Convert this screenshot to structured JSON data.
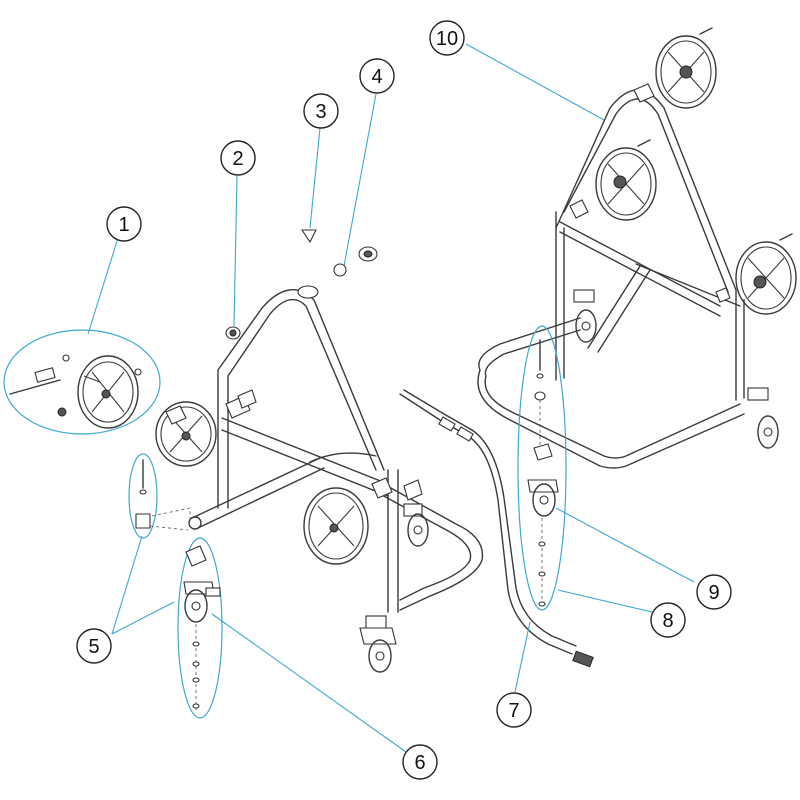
{
  "callouts": [
    {
      "id": "1",
      "label": "1"
    },
    {
      "id": "2",
      "label": "2"
    },
    {
      "id": "3",
      "label": "3"
    },
    {
      "id": "4",
      "label": "4"
    },
    {
      "id": "5",
      "label": "5"
    },
    {
      "id": "6",
      "label": "6"
    },
    {
      "id": "7",
      "label": "7"
    },
    {
      "id": "8",
      "label": "8"
    },
    {
      "id": "9",
      "label": "9"
    },
    {
      "id": "10",
      "label": "10"
    }
  ],
  "colors": {
    "leader_line": "#3fa7cf",
    "line_art": "#3a3a3a",
    "background": "#ffffff"
  }
}
